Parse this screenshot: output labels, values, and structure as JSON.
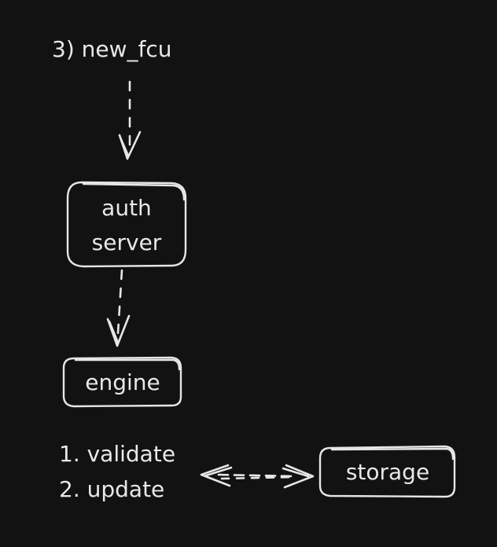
{
  "diagram": {
    "top_label": "3) new_fcu",
    "auth_node": {
      "line1": "auth",
      "line2": "server"
    },
    "engine_node": {
      "label": "engine"
    },
    "steps": {
      "line1": "1. validate",
      "line2": "2. update"
    },
    "storage_node": {
      "label": "storage"
    }
  },
  "colors": {
    "background": "#121212",
    "stroke": "#e6e6e6",
    "text": "#e8e8e8"
  }
}
